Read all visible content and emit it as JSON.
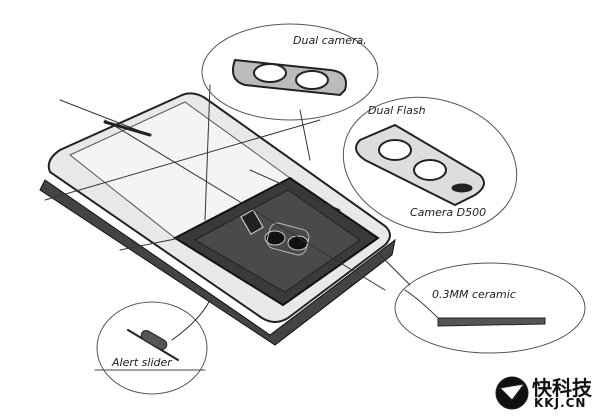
{
  "labels": {
    "dual_camera": "Dual camera.",
    "dual_flash": "Dual Flash",
    "camera": "Camera D500",
    "ceramic": "0.3MM ceramic",
    "alert_slider": "Alert slider"
  },
  "watermark": {
    "cn": "快科技",
    "en": "KKJ.CN"
  },
  "colors": {
    "ink": "#222222",
    "dark_panel": "#3a3a3a",
    "light_body": "#e6e6e6"
  }
}
